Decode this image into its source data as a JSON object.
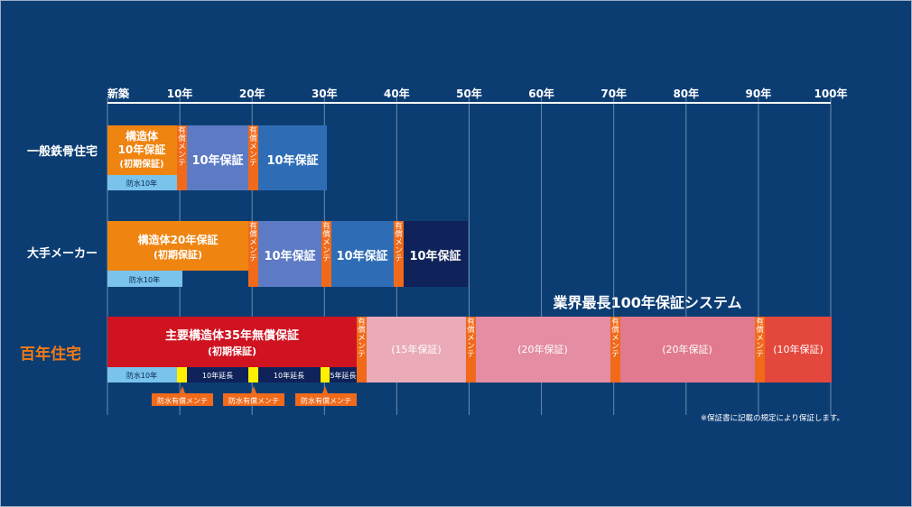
{
  "colors": {
    "background": "#0b3d73",
    "frame": "#9ab0c8",
    "axis_line": "#ffffff",
    "grid_line": "#6f8bab",
    "orange": "#ef8411",
    "light_blue": "#79c3ec",
    "mid_blue": "#5c7bc4",
    "blue": "#2e6db5",
    "navy": "#0f2259",
    "maint_orange": "#f06a1a",
    "red": "#cf1321",
    "pink_1": "#eaaab8",
    "pink_2": "#e58da3",
    "pink_3": "#e17a8e",
    "red_end": "#e4473c",
    "yellow": "#fff000",
    "highlight_label": "#f47a14"
  },
  "axis_labels": [
    "新築",
    "10年",
    "20年",
    "30年",
    "40年",
    "50年",
    "60年",
    "70年",
    "80年",
    "90年",
    "100年"
  ],
  "row_labels": [
    "一般鉄骨住宅",
    "大手メーカー",
    "百年住宅"
  ],
  "bars": {
    "row1": {
      "struct_line1": "構造体",
      "struct_line2": "10年保証",
      "struct_line3": "(初期保証)",
      "waterproof": "防水10年",
      "maint1": "有償メンテ",
      "warranty1": "10年保証",
      "maint2": "有償メンテ",
      "warranty2": "10年保証"
    },
    "row2": {
      "struct_line1": "構造体20年保証",
      "struct_line2": "(初期保証)",
      "waterproof": "防水10年",
      "maint1": "有償メンテ",
      "warranty1": "10年保証",
      "maint2": "有償メンテ",
      "warranty2": "10年保証",
      "maint3": "有償メンテ",
      "warranty3": "10年保証"
    },
    "row3": {
      "struct_line1": "主要構造体35年無償保証",
      "struct_line2": "(初期保証)",
      "waterproof": "防水10年",
      "ext1": "10年延長",
      "ext2": "10年延長",
      "ext3": "5年延長",
      "maint1": "有償メンテ",
      "seg1": "(15年保証)",
      "maint2": "有償メンテ",
      "seg2": "(20年保証)",
      "maint3": "有償メンテ",
      "seg3": "(20年保証)",
      "maint4": "有償メンテ",
      "seg4": "(10年保証)",
      "wp_maint1": "防水有償メンテ",
      "wp_maint2": "防水有償メンテ",
      "wp_maint3": "防水有償メンテ"
    }
  },
  "system_title": "業界最長100年保証システム",
  "footnote": "※保証書に記載の規定により保証します。"
}
